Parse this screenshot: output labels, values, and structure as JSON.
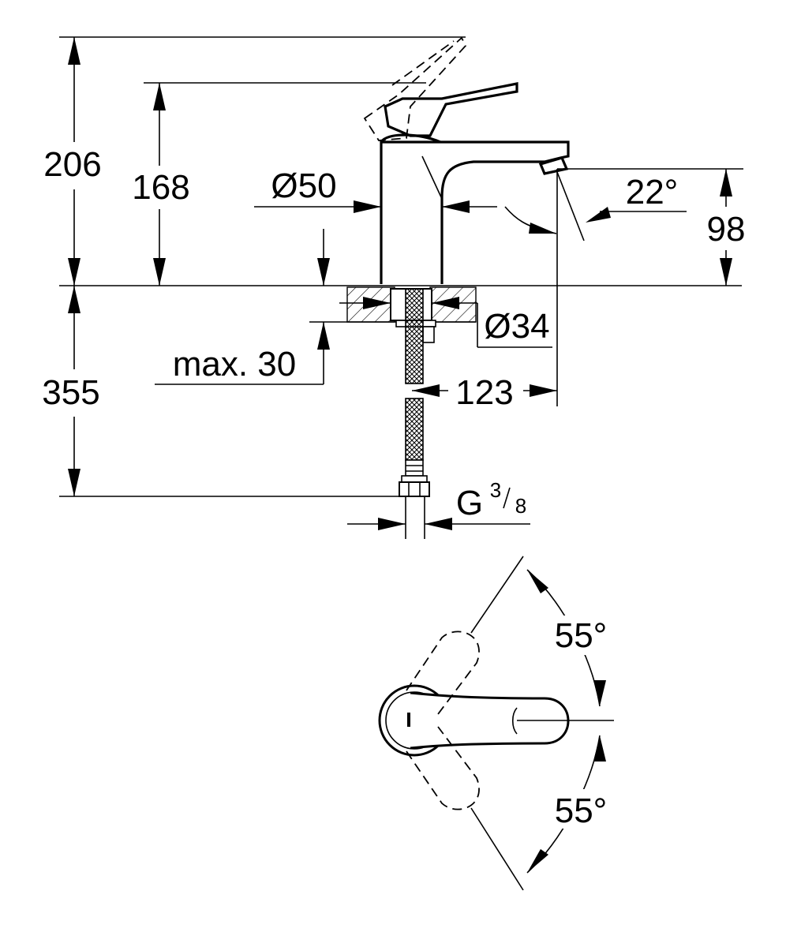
{
  "colors": {
    "line": "#000000",
    "background": "#ffffff"
  },
  "dimensions": {
    "total_height": "206",
    "spout_height": "168",
    "body_diameter": "Ø50",
    "spout_angle": "22°",
    "spout_outlet_height": "98",
    "hole_diameter": "Ø34",
    "max_deck_thickness": "max. 30",
    "hose_length": "355",
    "spout_reach": "123",
    "connection_thread": "G",
    "connection_thread_numerator": "3",
    "connection_thread_denominator": "8"
  },
  "top_view": {
    "lever_angle_up": "55°",
    "lever_angle_down": "55°"
  }
}
